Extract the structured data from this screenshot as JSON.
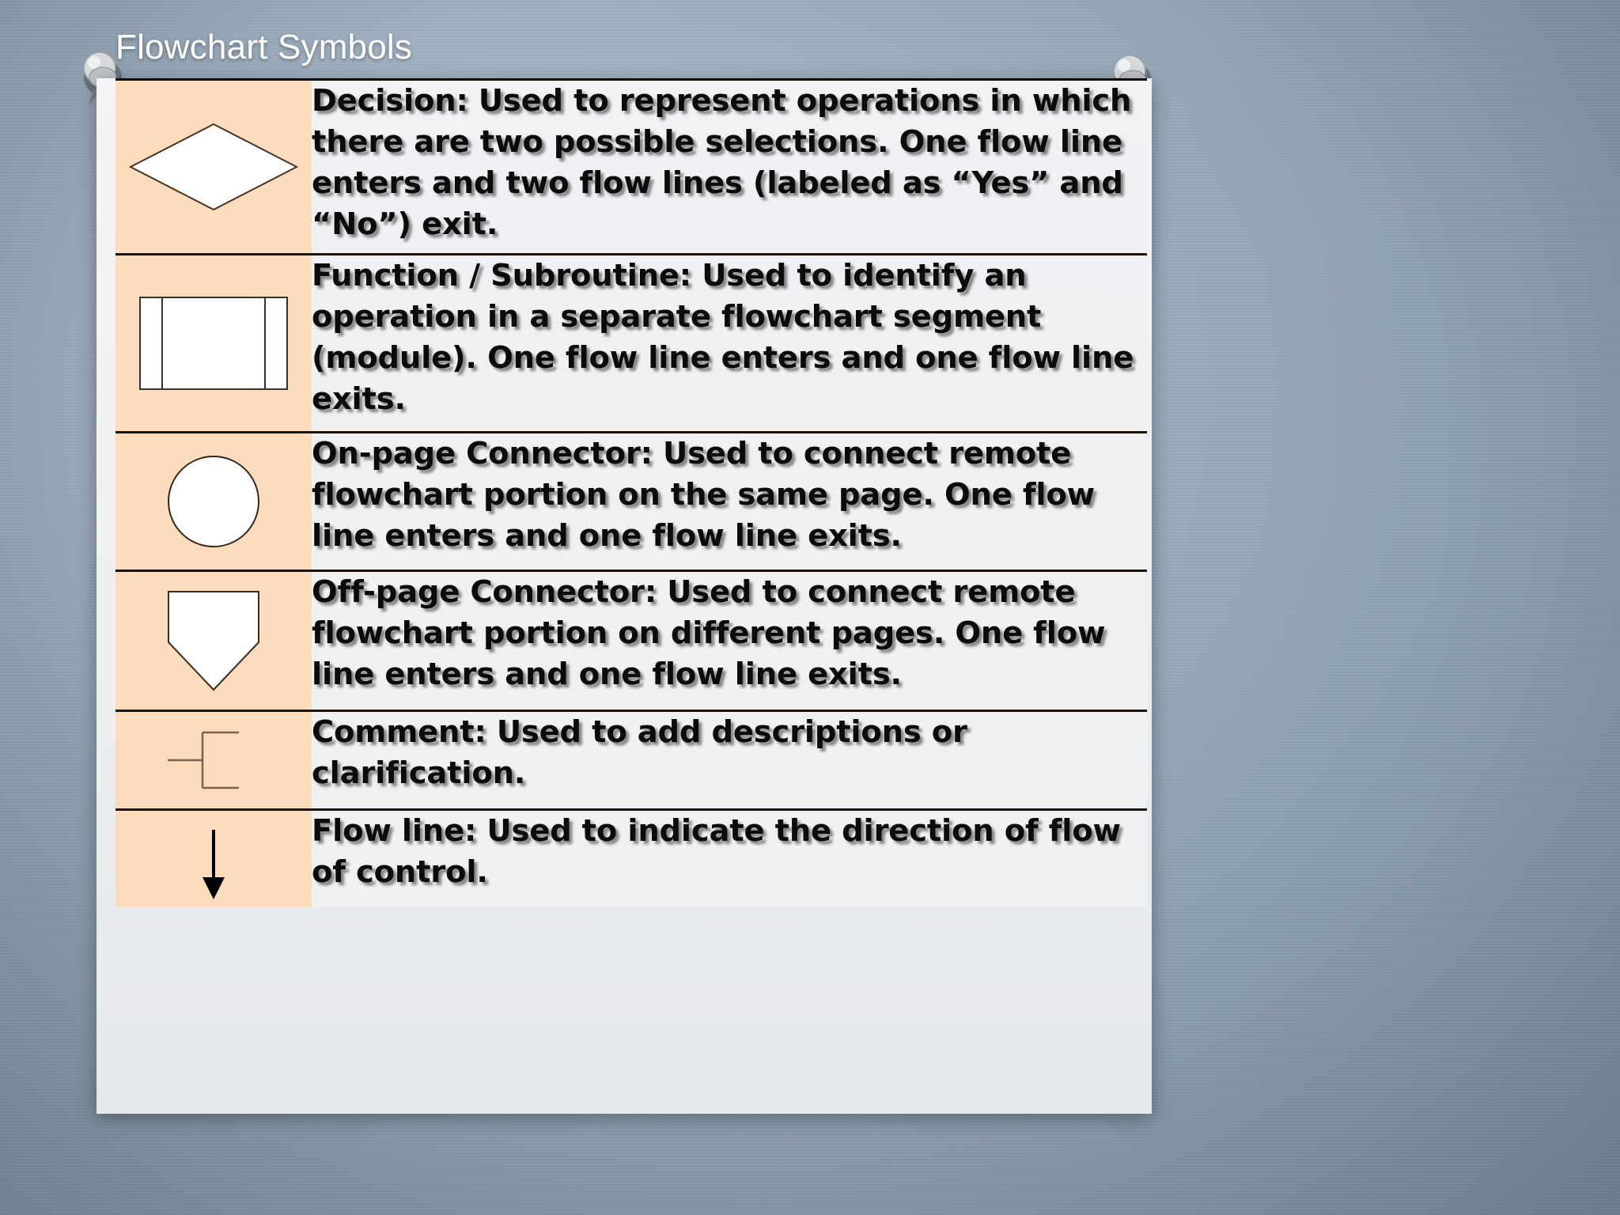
{
  "slide": {
    "title": "Flowchart Symbols",
    "background_color": "#8fa1b4",
    "paper_color": "#eef0f2",
    "symbol_cell_color": "#fcdcbd",
    "text_color": "#0b0b0b",
    "title_color": "#ffffff"
  },
  "decorations": {
    "pin_left": "pushpin-icon",
    "pin_right": "pushpin-icon"
  },
  "table": {
    "rows": [
      {
        "symbol": "diamond-shape",
        "symbol_label": "Decision symbol (diamond)",
        "description": "Decision: Used to represent operations in which there are two possible selections. One flow line enters and two flow lines (labeled as “Yes” and “No”) exit."
      },
      {
        "symbol": "subroutine-shape",
        "symbol_label": "Function / Subroutine symbol (rectangle with double side bars)",
        "description": "Function / Subroutine: Used to identify an operation in a separate flowchart segment (module). One flow line enters and one flow line exits."
      },
      {
        "symbol": "circle-shape",
        "symbol_label": "On-page Connector symbol (circle)",
        "description": "On-page Connector: Used to connect remote flowchart portion on the same page. One flow line enters and one flow line exits."
      },
      {
        "symbol": "pentagon-down-shape",
        "symbol_label": "Off-page Connector symbol (home-plate pentagon pointing down)",
        "description": "Off-page Connector: Used to connect remote flowchart portion on different pages.  One flow line enters and one flow line exits."
      },
      {
        "symbol": "comment-bracket-shape",
        "symbol_label": "Comment symbol (open bracket with leader line)",
        "description": "Comment: Used to add descriptions or clarification."
      },
      {
        "symbol": "arrow-down-shape",
        "symbol_label": "Flow line symbol (downward arrow)",
        "description": "Flow line: Used to indicate the direction of flow of control."
      }
    ]
  }
}
